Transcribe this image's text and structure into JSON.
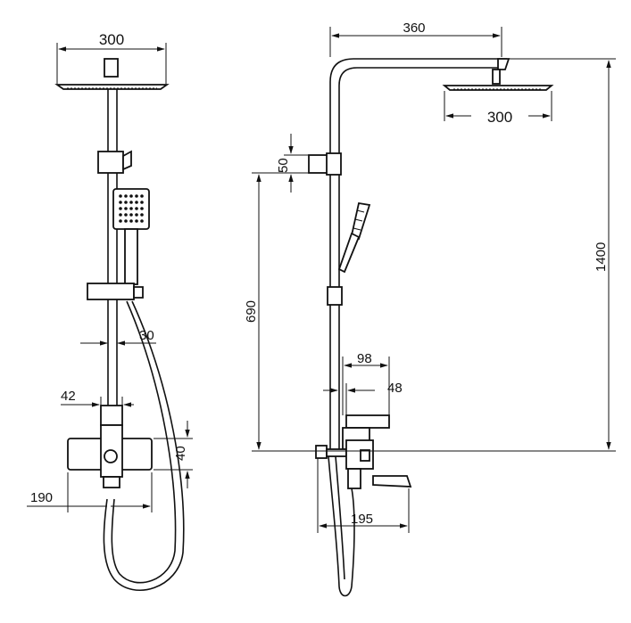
{
  "diagram": {
    "front_view": {
      "head_width": "300",
      "bar_width": "30",
      "mixer_depth": "42",
      "mixer_height": "40",
      "spout_reach": "190"
    },
    "side_view": {
      "arm_length": "360",
      "head_width": "300",
      "bracket_height": "50",
      "mixer_height_from_floor": "690",
      "total_height": "1400",
      "valve_width": "98",
      "valve_offset": "48",
      "spout_projection": "195"
    }
  }
}
